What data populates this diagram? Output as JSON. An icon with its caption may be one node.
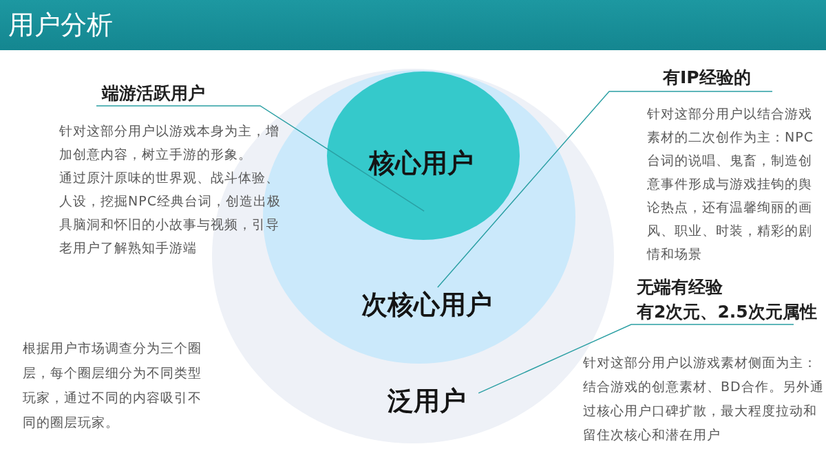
{
  "diagram": {
    "title": "用户分析",
    "nodes": [
      {
        "text": [
          "泛用户"
        ]
      },
      {
        "text": [
          "次核心用户"
        ],
        "in": 0
      },
      {
        "text": [
          "核心用户"
        ],
        "in": 1
      },
      {
        "text": [
          "端游活跃用户"
        ],
        "beside": [
          "针对这部分用户以游戏本身为主，增加创意内容，树立手游的形象。",
          "通过原汁原味的世界观、战斗体验、人设，挖掘NPC经典台词，创造出极具脑洞和怀旧的小故事与视频，引导老用户了解熟知手游端"
        ]
      },
      {
        "text": [
          "有IP经验的"
        ],
        "beside": [
          "针对这部分用户以结合游戏素材的二次创作为主：NPC台词的说唱、鬼畜，制造创意事件形成与游戏挂钩的舆论热点，还有温馨绚丽的画风、职业、时装，精彩的剧情和场景"
        ]
      },
      {
        "text": [
          "无端有经验",
          "有2次元、2.5次元属性"
        ],
        "beside": [
          "针对这部分用户以游戏素材侧面为主：结合游戏的创意素材、BD合作。另外通过核心用户口碑扩散，最大程度拉动和留住次核心和潜在用户"
        ]
      }
    ],
    "edges": [
      {
        "from": 3,
        "to": 2,
        "arrow": "none"
      },
      {
        "from": 4,
        "to": 1,
        "arrow": "none"
      },
      {
        "from": 5,
        "to": 0,
        "arrow": "none"
      }
    ],
    "labels": [
      "根据用户市场调查分为三个圈层，每个圈层细分为不同类型玩家，通过不同的内容吸引不同的圈层玩家。"
    ]
  }
}
